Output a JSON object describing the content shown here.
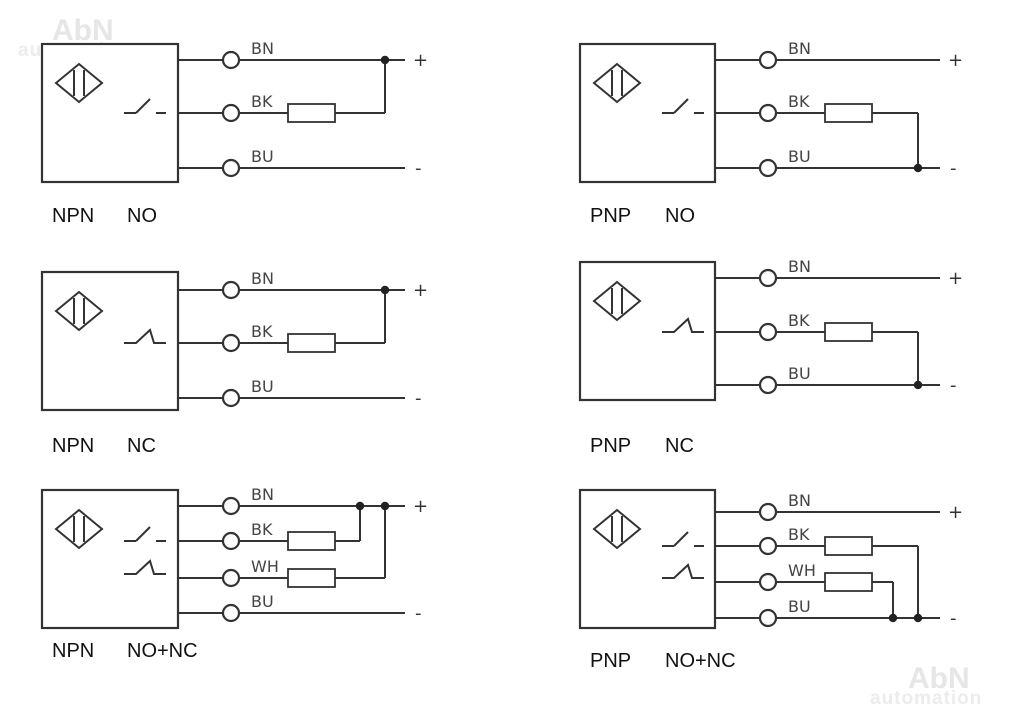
{
  "watermark": {
    "brand": "AbN",
    "sub": "automation"
  },
  "symbols": {
    "plus": "+",
    "minus": "-"
  },
  "panels": [
    {
      "type": "NPN",
      "mode": "NO",
      "wires": [
        {
          "label": "BN"
        },
        {
          "label": "BK"
        },
        {
          "label": "BU"
        }
      ]
    },
    {
      "type": "PNP",
      "mode": "NO",
      "wires": [
        {
          "label": "BN"
        },
        {
          "label": "BK"
        },
        {
          "label": "BU"
        }
      ]
    },
    {
      "type": "NPN",
      "mode": "NC",
      "wires": [
        {
          "label": "BN"
        },
        {
          "label": "BK"
        },
        {
          "label": "BU"
        }
      ]
    },
    {
      "type": "PNP",
      "mode": "NC",
      "wires": [
        {
          "label": "BN"
        },
        {
          "label": "BK"
        },
        {
          "label": "BU"
        }
      ]
    },
    {
      "type": "NPN",
      "mode": "NO+NC",
      "wires": [
        {
          "label": "BN"
        },
        {
          "label": "BK"
        },
        {
          "label": "WH"
        },
        {
          "label": "BU"
        }
      ]
    },
    {
      "type": "PNP",
      "mode": "NO+NC",
      "wires": [
        {
          "label": "BN"
        },
        {
          "label": "BK"
        },
        {
          "label": "WH"
        },
        {
          "label": "BU"
        }
      ]
    }
  ]
}
